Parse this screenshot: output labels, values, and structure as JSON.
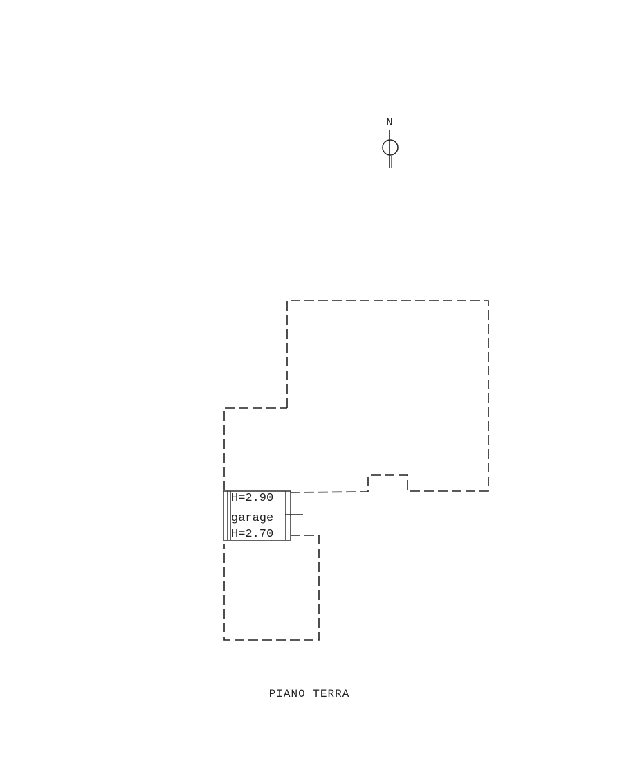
{
  "compass": {
    "label": "N"
  },
  "rooms": {
    "garage": {
      "label": "garage",
      "height_top": "H=2.90",
      "height_bottom": "H=2.70"
    }
  },
  "title": "PIANO TERRA"
}
